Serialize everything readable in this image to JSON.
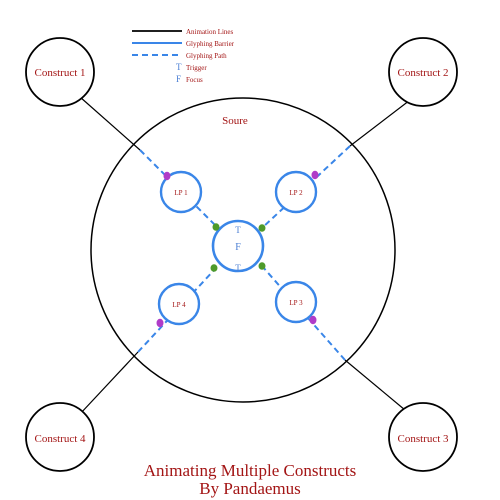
{
  "legend": {
    "items": [
      {
        "symbol": "solid-line",
        "label": "Animation Lines"
      },
      {
        "symbol": "barrier-line",
        "label": "Glyphing Barrier"
      },
      {
        "symbol": "dashed-line",
        "label": "Glyphing Path"
      },
      {
        "symbol": "T",
        "label": "Trigger"
      },
      {
        "symbol": "F",
        "label": "Focus"
      }
    ]
  },
  "source": {
    "label": "Soure"
  },
  "focus": {
    "top_trigger": "T",
    "focus": "F",
    "bottom_trigger": "T"
  },
  "constructs": [
    {
      "label": "Construct 1"
    },
    {
      "label": "Construct 2"
    },
    {
      "label": "Construct 3"
    },
    {
      "label": "Construct 4"
    }
  ],
  "nodes": [
    {
      "label": "LP 1"
    },
    {
      "label": "LP 2"
    },
    {
      "label": "LP 3"
    },
    {
      "label": "LP 4"
    }
  ],
  "title": {
    "line1": "Animating Multiple Constructs",
    "line2": "By Pandaemus"
  },
  "colors": {
    "blue": "#3a86e8",
    "dark_red": "#a31515",
    "purple": "#b03cc8",
    "green": "#4e9a2a",
    "black": "#000000",
    "legend_blue_text": "#4b7fd4"
  }
}
